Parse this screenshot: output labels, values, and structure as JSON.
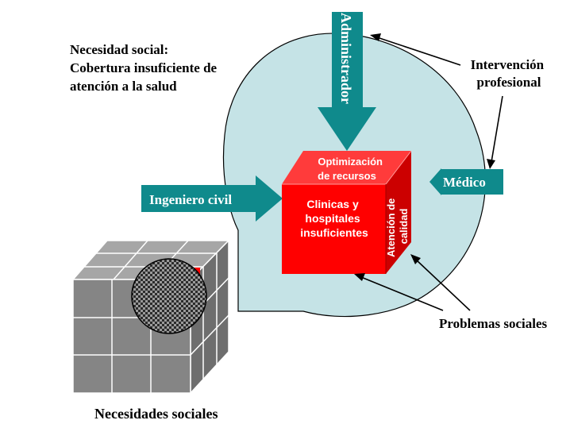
{
  "need_heading": {
    "line1": "Necesidad social:",
    "line2": "Cobertura insuficiente de",
    "line3": "atención a la salud"
  },
  "intervention_label": {
    "line1": "Intervención",
    "line2": "profesional"
  },
  "arrows": {
    "top": "Administrador",
    "left": "Ingeniero civil",
    "right": "Médico"
  },
  "cube": {
    "top_face": {
      "line1": "Optimización",
      "line2": "de recursos"
    },
    "front_face": {
      "line1": "Clinicas y",
      "line2": "hospitales",
      "line3": "insuficientes"
    },
    "side_face": {
      "line1": "Atención de",
      "line2": "calidad"
    }
  },
  "problems_label": "Problemas sociales",
  "needs_label": "Necesidades sociales",
  "colors": {
    "circle_fill": "#c5e3e6",
    "arrow_fill": "#0f8a8c",
    "cube_front": "#ff0000",
    "cube_top": "#ff3b3b",
    "cube_side": "#cc0000",
    "grid_cube": "#808080"
  }
}
